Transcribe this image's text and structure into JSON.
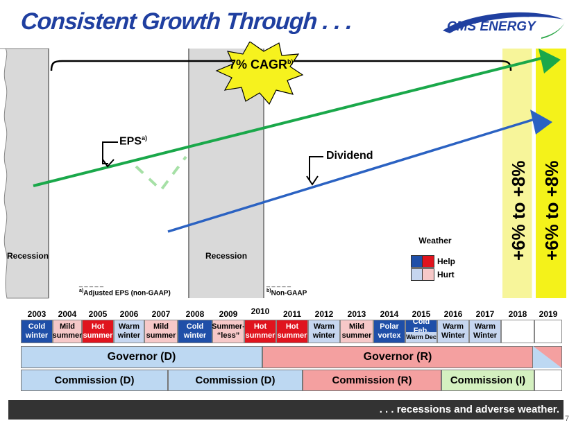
{
  "title": "Consistent Growth Through . . .",
  "logo_text": "CMS ENERGY",
  "cagr_label": "7% CAGR",
  "cagr_sup": "b)",
  "eps_label": "EPS",
  "eps_sup": "a)",
  "dividend_label": "Dividend",
  "recession_labels": [
    "Recession",
    "Recession"
  ],
  "projection_labels": [
    "+6% to +8%",
    "+6% to +8%"
  ],
  "footnotes": {
    "a_mark": "a)",
    "a_text": "Adjusted EPS (non-GAAP)",
    "b_mark": "b)",
    "b_text": "Non-GAAP",
    "dash": "_ _ _ _ _"
  },
  "weather_legend": {
    "title": "Weather",
    "help": "Help",
    "hurt": "Hurt"
  },
  "years": [
    "2003",
    "2004",
    "2005",
    "2006",
    "2007",
    "2008",
    "2009",
    "2010",
    "2011",
    "2012",
    "2013",
    "2014",
    "2015",
    "2016",
    "2017",
    "2018",
    "2019"
  ],
  "weather_cells": [
    {
      "line1": "Cold",
      "line2": "winter",
      "kind": "help_dark"
    },
    {
      "line1": "Mild",
      "line2": "summer",
      "kind": "hurt_light"
    },
    {
      "line1": "Hot",
      "line2": "summer",
      "kind": "help_red"
    },
    {
      "line1": "Warm",
      "line2": "winter",
      "kind": "hurt_blue"
    },
    {
      "line1": "Mild",
      "line2": "summer",
      "kind": "hurt_light"
    },
    {
      "line1": "Cold",
      "line2": "winter",
      "kind": "help_dark"
    },
    {
      "line1": "Summer-",
      "line2": "“less”",
      "kind": "hurt_light"
    },
    {
      "line1": "Hot",
      "line2": "summer",
      "kind": "help_red"
    },
    {
      "line1": "Hot",
      "line2": "summer",
      "kind": "help_red"
    },
    {
      "line1": "Warm",
      "line2": "winter",
      "kind": "hurt_blue"
    },
    {
      "line1": "Mild",
      "line2": "summer",
      "kind": "hurt_light"
    },
    {
      "line1": "Polar",
      "line2": "vortex",
      "kind": "help_dark"
    },
    {
      "line1": "Cold Feb.",
      "line2": "Warm Dec",
      "kind": "split"
    },
    {
      "line1": "Warm",
      "line2": "Winter",
      "kind": "hurt_blue"
    },
    {
      "line1": "Warm",
      "line2": "Winter",
      "kind": "hurt_blue"
    },
    {
      "line1": "",
      "line2": "",
      "kind": "empty"
    },
    {
      "line1": "",
      "line2": "",
      "kind": "empty"
    }
  ],
  "governor": [
    {
      "label": "Governor (D)"
    },
    {
      "label": "Governor (R)"
    }
  ],
  "commission": [
    {
      "label": "Commission (D)"
    },
    {
      "label": "Commission (D)"
    },
    {
      "label": "Commission (R)"
    },
    {
      "label": "Commission (I)"
    }
  ],
  "footer_text": ". . . recessions and adverse weather.",
  "page_number": "7",
  "colors": {
    "help_dark": "#1f4fa8",
    "help_red": "#e0141e",
    "hurt_blue": "#c6d6f0",
    "hurt_light": "#f6c8c8",
    "eps_line": "#1aa84a",
    "dividend_line": "#2b62c2",
    "projection": "#f7f59a",
    "projection2": "#f4f21a",
    "gov_d": "#bdd8f2",
    "gov_r": "#f4a0a0",
    "com_i": "#d4f0c0"
  }
}
